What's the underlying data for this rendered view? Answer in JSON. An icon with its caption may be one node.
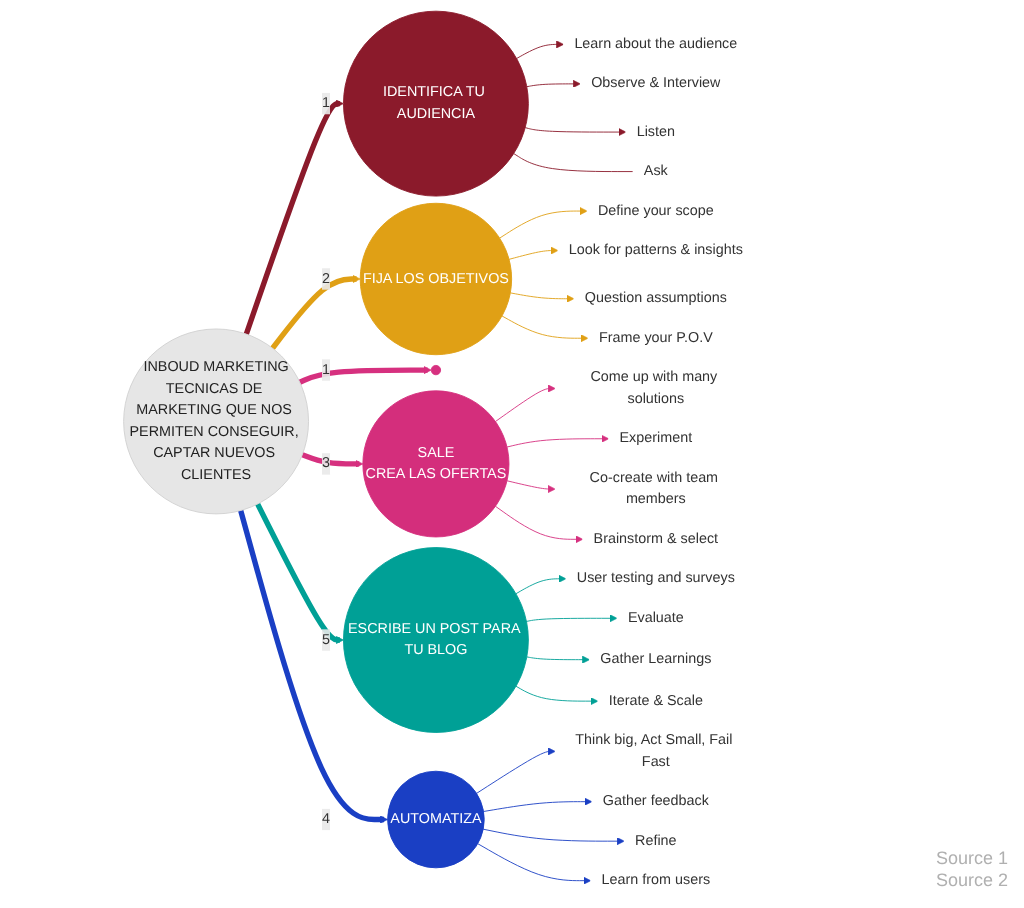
{
  "diagram": {
    "nodes": [
      {
        "text": [
          "INBOUD MARKETING",
          "TECNICAS DE MARKETING QUE NOS PERMITEN CONSEGUIR, CAPTAR NUEVOS CLIENTES"
        ]
      },
      {
        "text": [
          "IDENTIFICA TU AUDIENCIA"
        ]
      },
      {
        "text": [
          "FIJA LOS OBJETIVOS"
        ]
      },
      {
        "text": [],
        "shape": "circle"
      },
      {
        "text": [
          "SALE",
          "CREA LAS OFERTAS"
        ]
      },
      {
        "text": [
          "ESCRIBE UN POST PARA TU BLOG"
        ]
      },
      {
        "text": [
          "AUTOMATIZA"
        ]
      },
      {
        "text": [
          "Learn about the audience"
        ]
      },
      {
        "text": [
          "Observe & Interview"
        ]
      },
      {
        "text": [
          "Listen"
        ]
      },
      {
        "text": [
          "Ask"
        ]
      },
      {
        "text": [
          "Define your scope"
        ]
      },
      {
        "text": [
          "Look for patterns & insights"
        ]
      },
      {
        "text": [
          "Question assumptions"
        ]
      },
      {
        "text": [
          "Frame your P.O.V"
        ]
      },
      {
        "text": [
          "Come up with many solutions"
        ]
      },
      {
        "text": [
          "Experiment"
        ]
      },
      {
        "text": [
          "Co-create with team members"
        ]
      },
      {
        "text": [
          "Brainstorm & select"
        ]
      },
      {
        "text": [
          "User testing and surveys"
        ]
      },
      {
        "text": [
          "Evaluate"
        ]
      },
      {
        "text": [
          "Gather Learnings"
        ]
      },
      {
        "text": [
          "Iterate & Scale"
        ]
      },
      {
        "text": [
          "Think big, Act Small, Fail Fast"
        ]
      },
      {
        "text": [
          "Gather feedback"
        ]
      },
      {
        "text": [
          "Refine"
        ]
      },
      {
        "text": [
          "Learn from users"
        ]
      }
    ],
    "edges": [
      {
        "from": 0,
        "to": 1,
        "arrow": "to",
        "label": "1",
        "style": "thick",
        "color": "#8b1a2b"
      },
      {
        "from": 0,
        "to": 2,
        "arrow": "to",
        "label": "2",
        "style": "thick",
        "color": "#e0a015"
      },
      {
        "from": 0,
        "to": 3,
        "arrow": "to",
        "label": "1",
        "style": "thick",
        "color": "#d6307f"
      },
      {
        "from": 0,
        "to": 4,
        "arrow": "to",
        "label": "3",
        "style": "thick",
        "color": "#d6307f"
      },
      {
        "from": 0,
        "to": 5,
        "arrow": "to",
        "label": "5",
        "style": "thick",
        "color": "#00a096"
      },
      {
        "from": 0,
        "to": 6,
        "arrow": "to",
        "label": "4",
        "style": "thick",
        "color": "#1a3fc4"
      },
      {
        "from": 1,
        "to": 7,
        "arrow": "to",
        "color": "#8b1a2b"
      },
      {
        "from": 1,
        "to": 8,
        "arrow": "to",
        "color": "#8b1a2b"
      },
      {
        "from": 1,
        "to": 9,
        "arrow": "to",
        "color": "#8b1a2b"
      },
      {
        "from": 1,
        "to": 10,
        "arrow": "none",
        "color": "#8b1a2b"
      },
      {
        "from": 2,
        "to": 11,
        "arrow": "to",
        "color": "#e0a015"
      },
      {
        "from": 2,
        "to": 12,
        "arrow": "to",
        "color": "#e0a015"
      },
      {
        "from": 2,
        "to": 13,
        "arrow": "to",
        "color": "#e0a015"
      },
      {
        "from": 2,
        "to": 14,
        "arrow": "to",
        "color": "#e0a015"
      },
      {
        "from": 4,
        "to": 15,
        "arrow": "to",
        "color": "#d6307f"
      },
      {
        "from": 4,
        "to": 16,
        "arrow": "to",
        "color": "#d6307f"
      },
      {
        "from": 4,
        "to": 17,
        "arrow": "to",
        "color": "#d6307f"
      },
      {
        "from": 4,
        "to": 18,
        "arrow": "to",
        "color": "#d6307f"
      },
      {
        "from": 5,
        "to": 19,
        "arrow": "to",
        "color": "#00a096"
      },
      {
        "from": 5,
        "to": 20,
        "arrow": "to",
        "color": "#00a096"
      },
      {
        "from": 5,
        "to": 21,
        "arrow": "to",
        "color": "#00a096"
      },
      {
        "from": 5,
        "to": 22,
        "arrow": "to",
        "color": "#00a096"
      },
      {
        "from": 6,
        "to": 23,
        "arrow": "to",
        "color": "#1a3fc4"
      },
      {
        "from": 6,
        "to": 24,
        "arrow": "to",
        "color": "#1a3fc4"
      },
      {
        "from": 6,
        "to": 25,
        "arrow": "to",
        "color": "#1a3fc4"
      },
      {
        "from": 6,
        "to": 26,
        "arrow": "to",
        "color": "#1a3fc4"
      }
    ],
    "labels": [
      "Source 1",
      "Source 2"
    ]
  }
}
